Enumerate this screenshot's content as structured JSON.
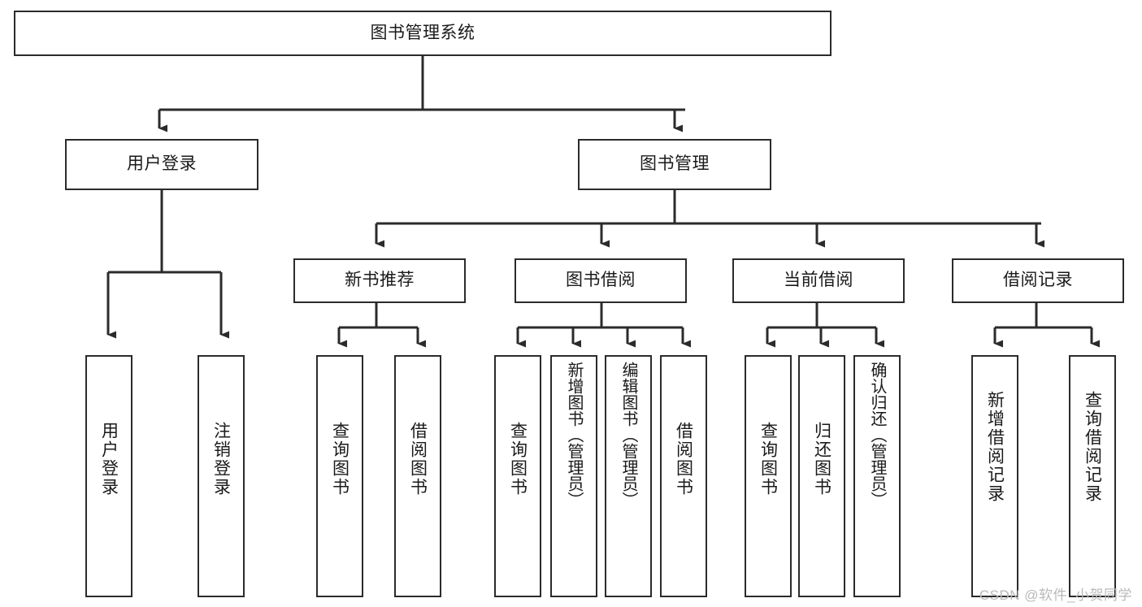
{
  "diagram": {
    "type": "tree",
    "title": "图书管理系统",
    "orientation": "top-down",
    "style": {
      "box_fill": "#ffffff",
      "box_stroke": "#2b2b2b",
      "text_color": "#1a1a1a",
      "connector_color": "#2b2b2b"
    },
    "root": {
      "id": "root",
      "label": "图书管理系统",
      "text_orientation": "horizontal"
    },
    "level2": [
      {
        "id": "user-login",
        "label": "用户登录",
        "text_orientation": "horizontal"
      },
      {
        "id": "book-management",
        "label": "图书管理",
        "text_orientation": "horizontal"
      }
    ],
    "level3": [
      {
        "id": "new-book-recommend",
        "label": "新书推荐",
        "parent": "book-management",
        "text_orientation": "horizontal"
      },
      {
        "id": "book-borrow",
        "label": "图书借阅",
        "parent": "book-management",
        "text_orientation": "horizontal"
      },
      {
        "id": "current-borrow",
        "label": "当前借阅",
        "parent": "book-management",
        "text_orientation": "horizontal"
      },
      {
        "id": "borrow-record",
        "label": "借阅记录",
        "parent": "book-management",
        "text_orientation": "horizontal"
      }
    ],
    "leaves": [
      {
        "id": "leaf-user-login",
        "label": "用户登录",
        "parent": "user-login",
        "text_orientation": "vertical"
      },
      {
        "id": "leaf-logout-login",
        "label": "注销登录",
        "parent": "user-login",
        "text_orientation": "vertical"
      },
      {
        "id": "leaf-query-book-1",
        "label": "查询图书",
        "parent": "new-book-recommend",
        "text_orientation": "vertical"
      },
      {
        "id": "leaf-borrow-book-1",
        "label": "借阅图书",
        "parent": "new-book-recommend",
        "text_orientation": "vertical"
      },
      {
        "id": "leaf-query-book-2",
        "label": "查询图书",
        "parent": "book-borrow",
        "text_orientation": "vertical"
      },
      {
        "id": "leaf-add-book-admin",
        "label": "新增图书（管理员）",
        "parent": "book-borrow",
        "text_orientation": "vertical"
      },
      {
        "id": "leaf-edit-book-admin",
        "label": "编辑图书（管理员）",
        "parent": "book-borrow",
        "text_orientation": "vertical"
      },
      {
        "id": "leaf-borrow-book-2",
        "label": "借阅图书",
        "parent": "book-borrow",
        "text_orientation": "vertical"
      },
      {
        "id": "leaf-query-book-3",
        "label": "查询图书",
        "parent": "current-borrow",
        "text_orientation": "vertical"
      },
      {
        "id": "leaf-return-book",
        "label": "归还图书",
        "parent": "current-borrow",
        "text_orientation": "vertical"
      },
      {
        "id": "leaf-confirm-return-admin",
        "label": "确认归还（管理员）",
        "parent": "current-borrow",
        "text_orientation": "vertical"
      },
      {
        "id": "leaf-add-borrow-record",
        "label": "新增借阅记录",
        "parent": "borrow-record",
        "text_orientation": "vertical"
      },
      {
        "id": "leaf-query-borrow-record",
        "label": "查询借阅记录",
        "parent": "borrow-record",
        "text_orientation": "vertical"
      }
    ]
  },
  "watermark": {
    "text": "CSDN @软件_小贺同学"
  }
}
